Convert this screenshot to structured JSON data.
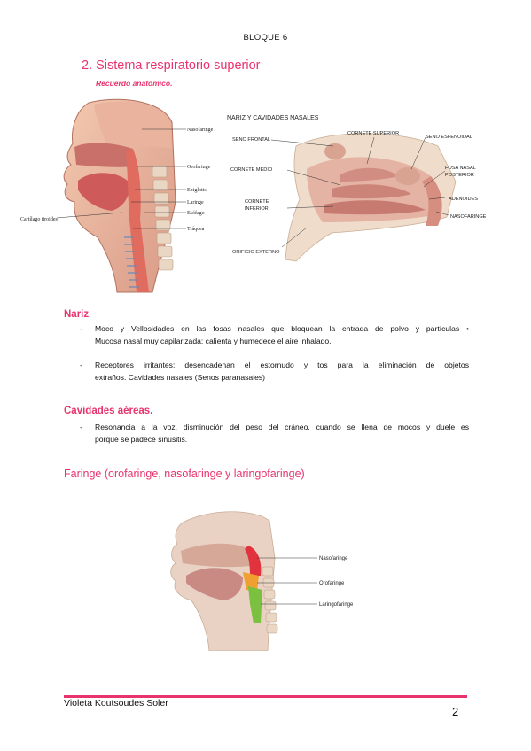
{
  "header": {
    "block": "BLOQUE 6"
  },
  "section": {
    "title": "2. Sistema respiratorio superior",
    "subtitle": "Recuerdo anatómico."
  },
  "figure1": {
    "labels": [
      "Nasofaringe",
      "Orofaringe",
      "Epiglotis",
      "Laringe",
      "Esófago",
      "Tráquea",
      "Cartílago tiroides"
    ]
  },
  "figure2": {
    "title": "NARIZ Y CAVIDADES NASALES",
    "labels": {
      "seno_frontal": "SENO FRONTAL",
      "cornete_superior": "CORNETE SUPERIOR",
      "seno_esfenoidal": "SENO ESFENOIDAL",
      "cornete_medio": "CORNETE MEDIO",
      "fosa_nasal_1": "FOSA NASAL",
      "fosa_nasal_2": "POSTERIOR",
      "adenoides": "ADENOIDES",
      "cornete_inferior_1": "CORNETE",
      "cornete_inferior_2": "INFERIOR",
      "nasofaringe": "NASOFARINGE",
      "orificio_externo": "ORIFICIO EXTERNO"
    }
  },
  "nariz": {
    "heading": "Nariz",
    "bullets": [
      {
        "dash": "-",
        "lines": [
          "Moco y Vellosidades en las fosas nasales que bloquean la entrada de polvo y partículas •",
          "Mucosa nasal muy capilarizada: calienta y humedece el aire inhalado."
        ]
      },
      {
        "dash": "-",
        "lines": [
          "Receptores irritantes: desencadenan el estornudo y tos para la eliminación de objetos",
          "extraños. Cavidades nasales (Senos paranasales)"
        ]
      }
    ]
  },
  "cavidades": {
    "heading": "Cavidades aéreas.",
    "bullets": [
      {
        "dash": "-",
        "lines": [
          "Resonancia a la voz, disminución del peso del cráneo, cuando se llena de mocos y duele es",
          "porque se padece sinusitis."
        ]
      }
    ]
  },
  "faringe": {
    "heading": "Faringe (orofaringe, nasofaringe y laringofaringe)",
    "figure_labels": [
      "Nasofaringe",
      "Orofaringe",
      "Laringofaringe"
    ]
  },
  "footer": {
    "author": "Violeta Koutsoudes Soler",
    "page": "2"
  },
  "colors": {
    "accent": "#e8336d"
  }
}
